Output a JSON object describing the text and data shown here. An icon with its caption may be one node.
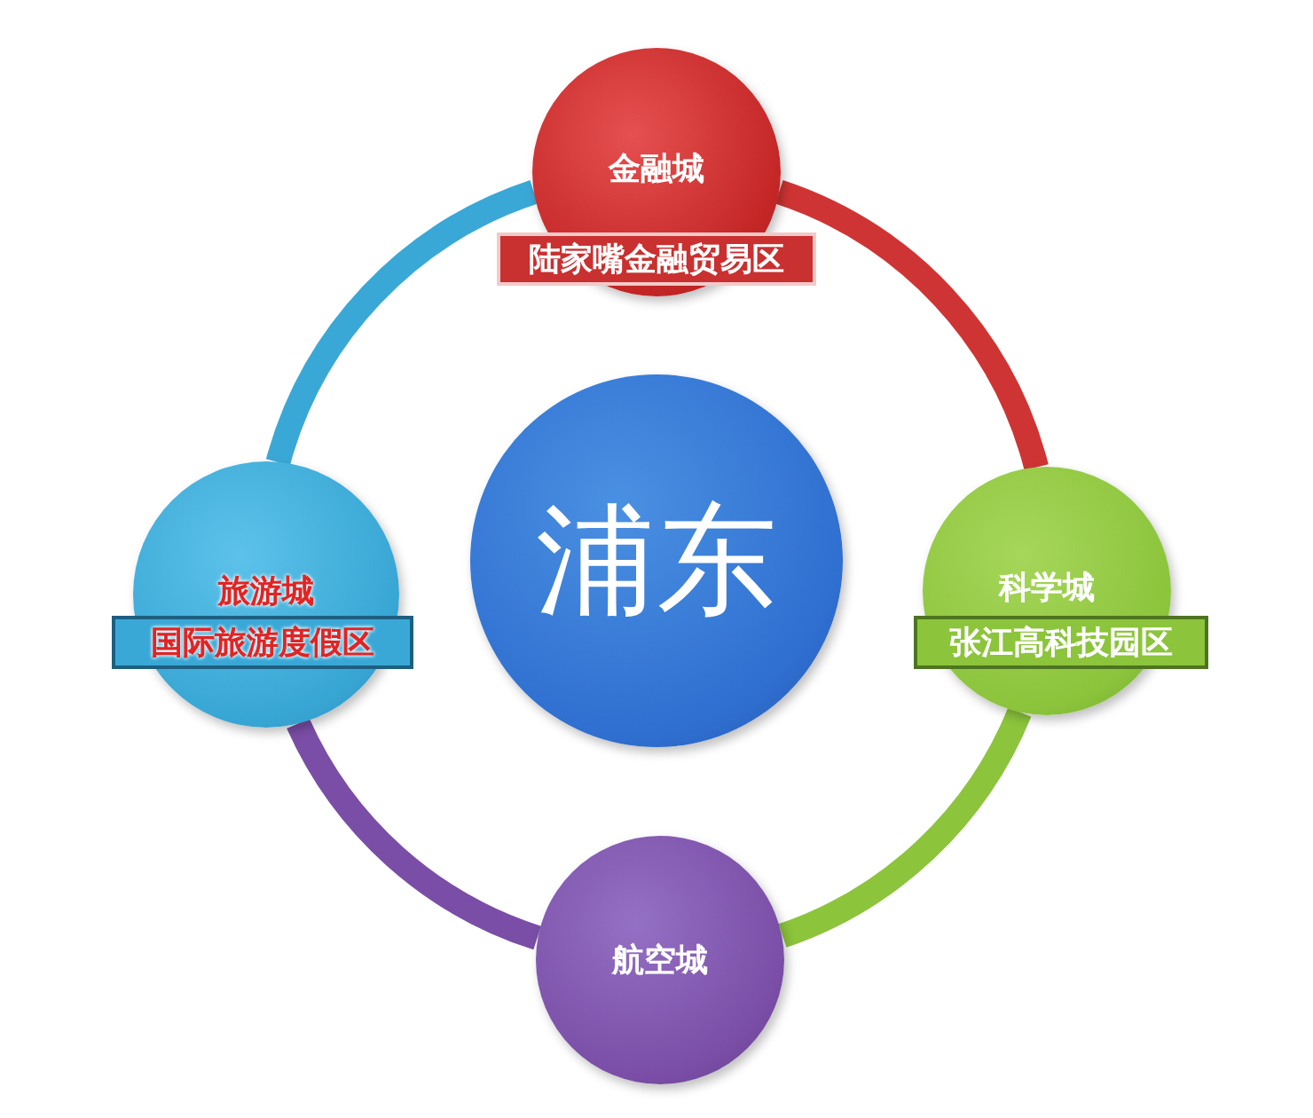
{
  "diagram": {
    "nodes": [
      {
        "text": [
          "金融城"
        ]
      },
      {
        "text": [
          "陆家嘴金融贸易区"
        ]
      },
      {
        "text": [
          "旅游城"
        ]
      },
      {
        "text": [
          "国际旅游度假区"
        ]
      },
      {
        "text": [
          "浦东"
        ]
      },
      {
        "text": [
          "科学城"
        ]
      },
      {
        "text": [
          "张江高科技园区"
        ]
      },
      {
        "text": [
          "航空城"
        ]
      }
    ],
    "edges": [
      {
        "from": 0,
        "to": 5,
        "arrow": "none",
        "color": "#cf3434"
      },
      {
        "from": 5,
        "to": 7,
        "arrow": "none",
        "color": "#8cc43c"
      },
      {
        "from": 7,
        "to": 2,
        "arrow": "none",
        "color": "#7a4ea6"
      },
      {
        "from": 2,
        "to": 0,
        "arrow": "none",
        "color": "#3aa8d6"
      }
    ]
  }
}
